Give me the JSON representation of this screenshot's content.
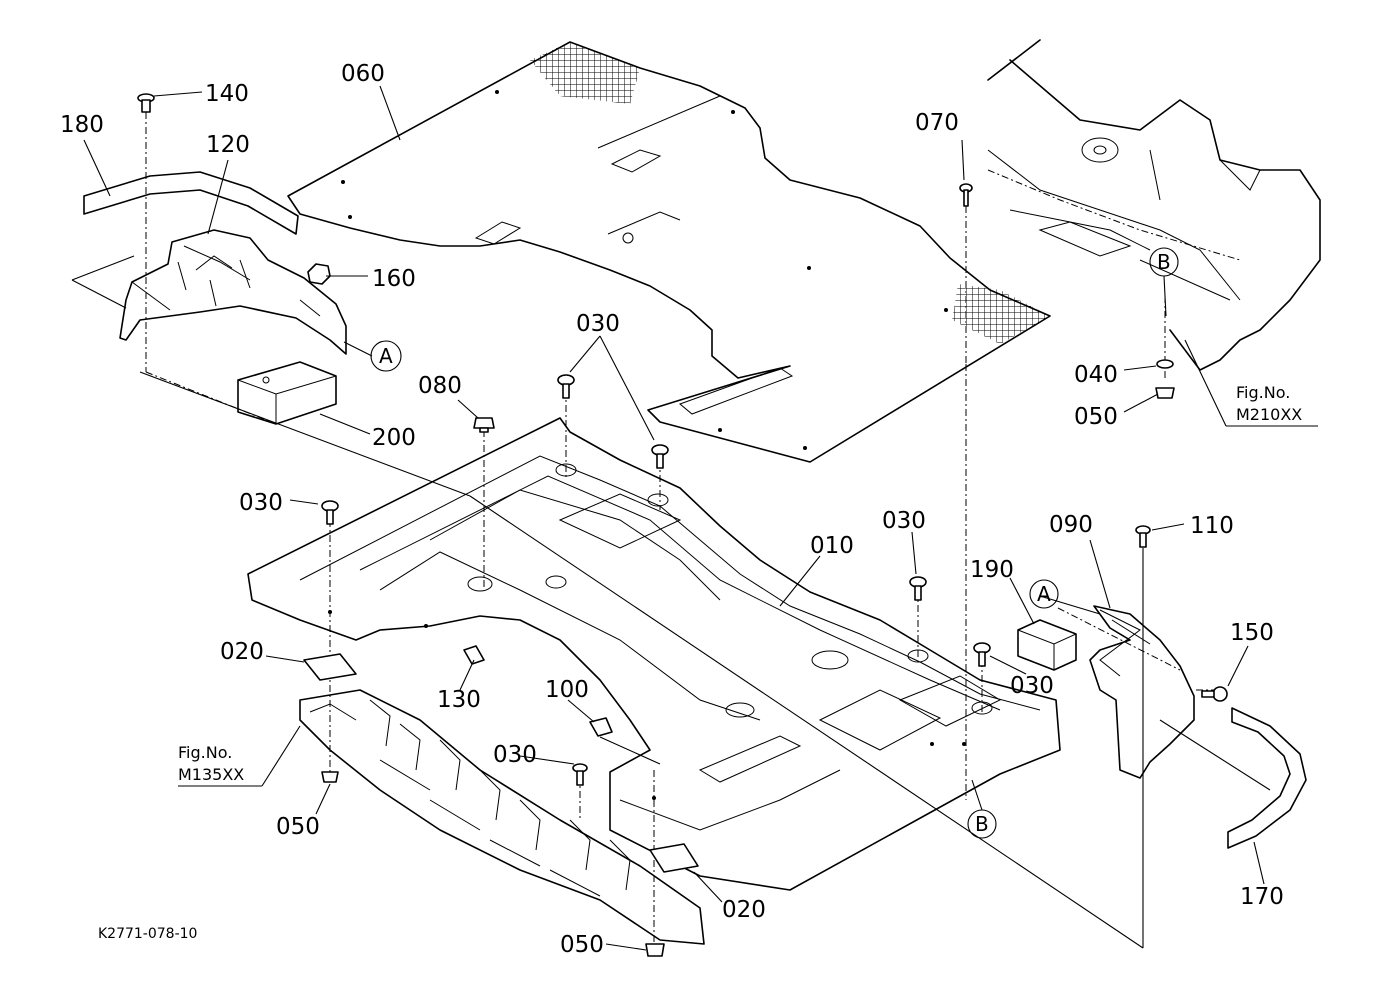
{
  "parts": {
    "p010": "010",
    "p020a": "020",
    "p020b": "020",
    "p030a": "030",
    "p030b": "030",
    "p030c": "030",
    "p030d": "030",
    "p030e": "030",
    "p040": "040",
    "p050a": "050",
    "p050b": "050",
    "p050c": "050",
    "p060": "060",
    "p070": "070",
    "p080": "080",
    "p090": "090",
    "p100": "100",
    "p110": "110",
    "p120": "120",
    "p130": "130",
    "p140": "140",
    "p150": "150",
    "p160": "160",
    "p170": "170",
    "p180": "180",
    "p190": "190",
    "p200": "200"
  },
  "refs": {
    "a1": "A",
    "a2": "A",
    "b1": "B",
    "b2": "B"
  },
  "figs": {
    "top_label": "Fig.No.",
    "top_code": "M210XX",
    "left_label": "Fig.No.",
    "left_code": "M135XX"
  },
  "drawing_code": "K2771-078-10"
}
